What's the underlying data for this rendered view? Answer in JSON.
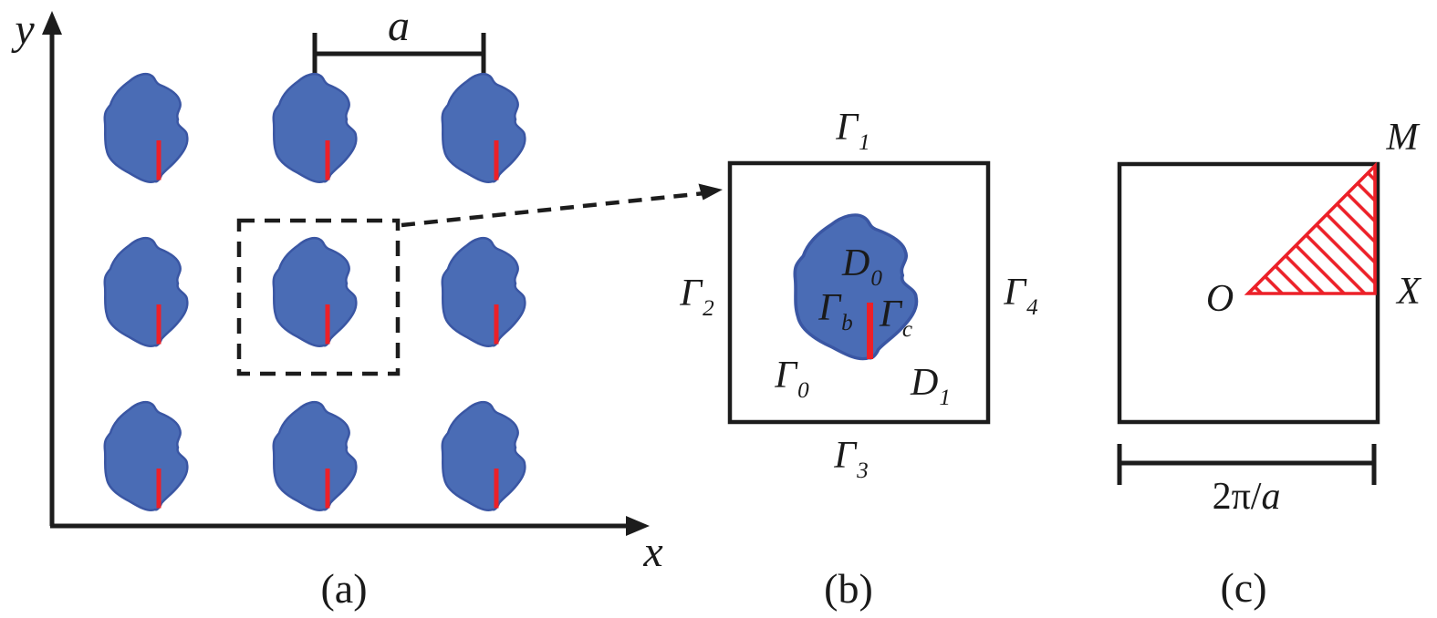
{
  "colors": {
    "blob_fill": "#4a6cb5",
    "blob_stroke": "#3a56a3",
    "crack_red": "#ec2028",
    "line_black": "#1c1c1c"
  },
  "panel_a": {
    "caption": "(a)",
    "y_axis_label": "y",
    "x_axis_label": "x",
    "lattice_constant_label": "a"
  },
  "panel_b": {
    "caption": "(b)",
    "boundary_labels": {
      "gamma1": {
        "base": "Γ",
        "sub": "1"
      },
      "gamma2": {
        "base": "Γ",
        "sub": "2"
      },
      "gamma3": {
        "base": "Γ",
        "sub": "3"
      },
      "gamma4": {
        "base": "Γ",
        "sub": "4"
      },
      "gamma0": {
        "base": "Γ",
        "sub": "0"
      }
    },
    "crack_labels": {
      "gamma_b": {
        "base": "Γ",
        "sub": "b"
      },
      "gamma_c": {
        "base": "Γ",
        "sub": "c"
      }
    },
    "domain_labels": {
      "d0": {
        "base": "D",
        "sub": "0"
      },
      "d1": {
        "base": "D",
        "sub": "1"
      }
    }
  },
  "panel_c": {
    "caption": "(c)",
    "point_o": "O",
    "point_x": "X",
    "point_m": "M",
    "bz_width": {
      "prefix": "2π/",
      "var": "a"
    }
  }
}
